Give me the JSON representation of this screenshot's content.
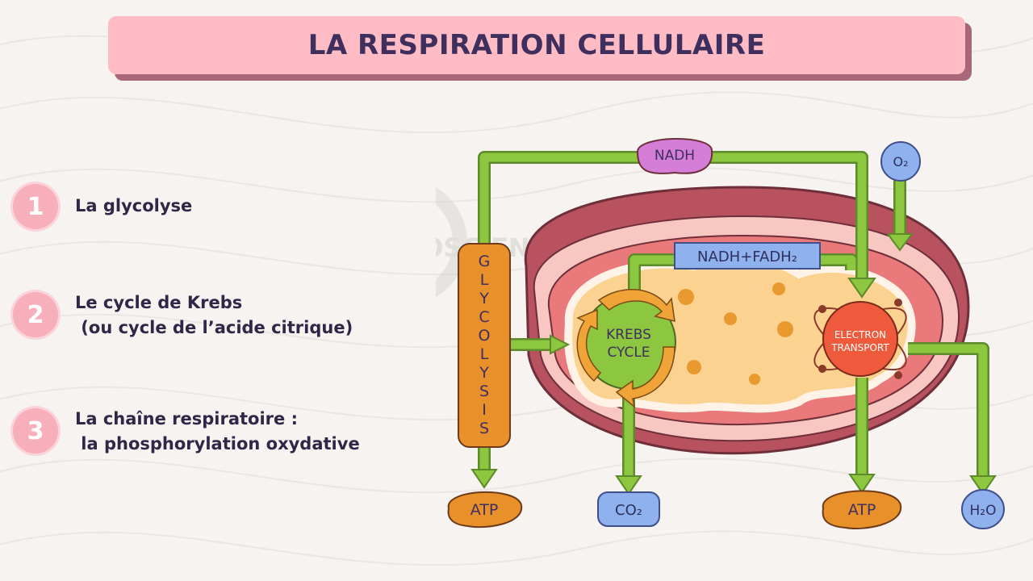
{
  "title": "LA RESPIRATION CELLULAIRE",
  "steps": [
    {
      "number": "1",
      "text": "La glycolyse"
    },
    {
      "number": "2",
      "text": "Le cycle de Krebs\n (ou cycle de l’acide citrique)"
    },
    {
      "number": "3",
      "text": "La chaîne respiratoire :\n la phosphorylation oxydative"
    }
  ],
  "watermark": "BIOSCIEN",
  "diagram": {
    "nadh": "NADH",
    "o2": "O₂",
    "nadh_fadh": "NADH+FADH₂",
    "glycolysis_letters": [
      "G",
      "L",
      "Y",
      "C",
      "O",
      "L",
      "Y",
      "S",
      "I",
      "S"
    ],
    "krebs_line1": "KREBS",
    "krebs_line2": "CYCLE",
    "electron_line1": "ELECTRON",
    "electron_line2": "TRANSPORT",
    "atp_left": "ATP",
    "co2": "CO₂",
    "atp_right": "ATP",
    "h2o": "H₂O"
  },
  "colors": {
    "banner": "#ffbcc4",
    "title_text": "#3f2f5e",
    "arrow_green": "#8dc63f",
    "glycolysis_orange": "#e8902a",
    "nadh_purple": "#d47ed8",
    "label_blue": "#8fb2ef",
    "krebs_green": "#8dc63f",
    "electron_red": "#ef5a3c",
    "mito_outer": "#b8525e"
  }
}
